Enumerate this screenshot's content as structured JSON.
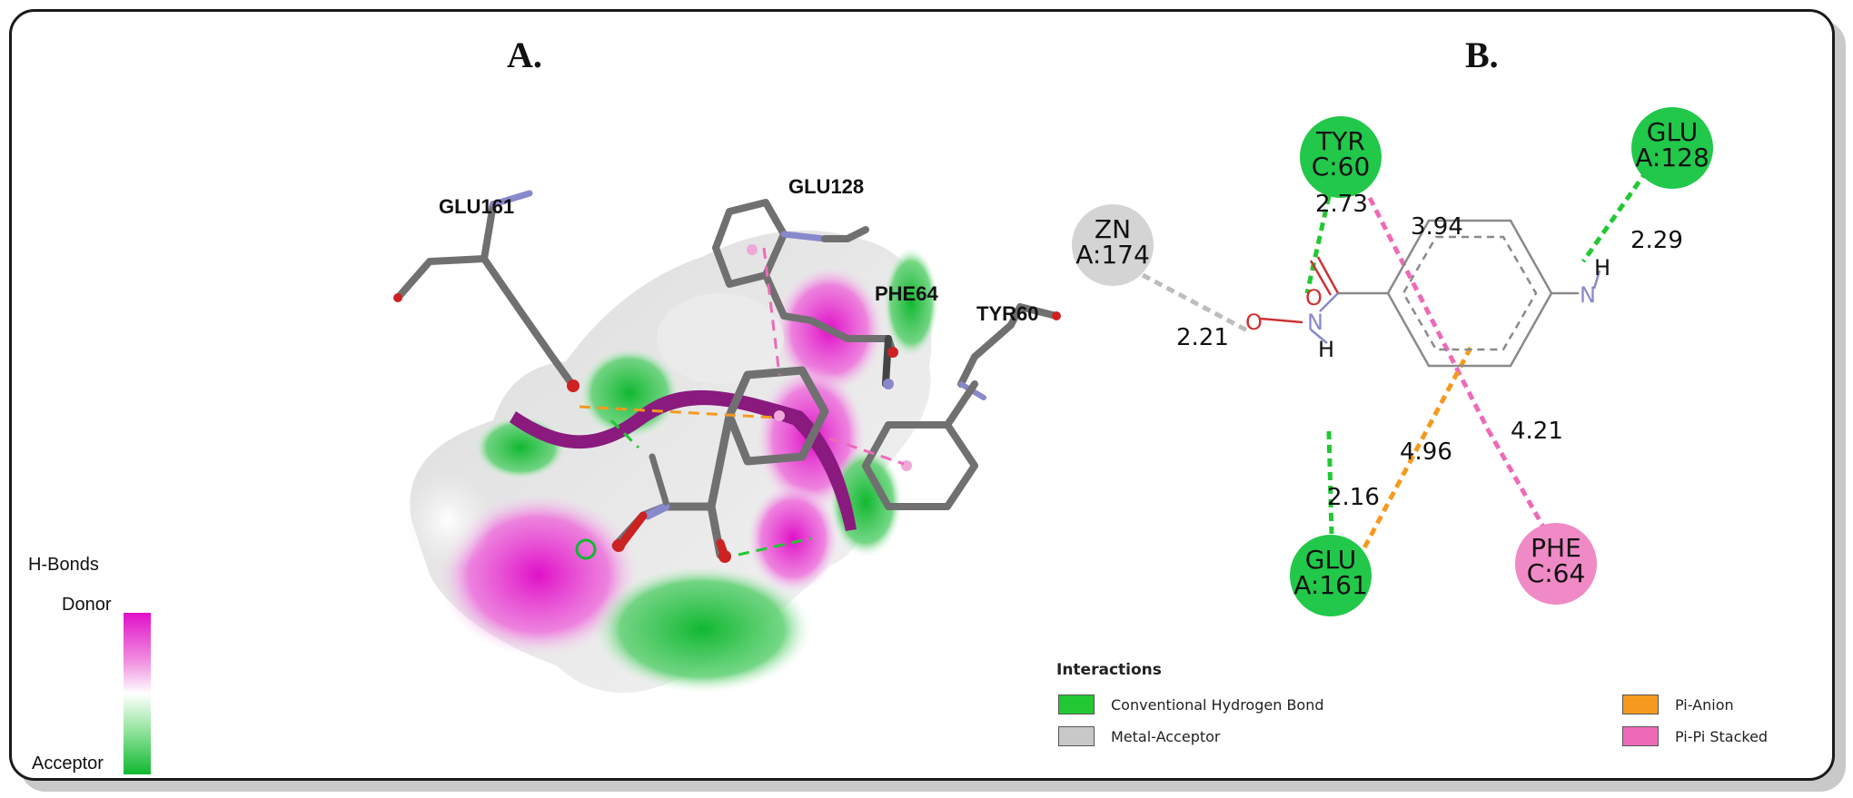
{
  "panels": {
    "a_label": "A.",
    "b_label": "B."
  },
  "panel_a": {
    "residues": [
      "GLU161",
      "GLU128",
      "PHE64",
      "TYR60"
    ],
    "hbond_scale": {
      "title": "H-Bonds",
      "top": "Donor",
      "bottom": "Acceptor",
      "donor_color": "#e010c8",
      "acceptor_color": "#10b830"
    }
  },
  "panel_b": {
    "residues": [
      {
        "line1": "TYR",
        "line2": "C:60",
        "color": "#22c84a"
      },
      {
        "line1": "GLU",
        "line2": "A:128",
        "color": "#22c84a"
      },
      {
        "line1": "ZN",
        "line2": "A:174",
        "color": "#d4d4d4"
      },
      {
        "line1": "GLU",
        "line2": "A:161",
        "color": "#22c84a"
      },
      {
        "line1": "PHE",
        "line2": "C:64",
        "color": "#f08ac6"
      }
    ],
    "distances": [
      "2.73",
      "3.94",
      "2.29",
      "2.21",
      "2.16",
      "4.96",
      "4.21"
    ],
    "atoms": {
      "o_carbonyl": "O",
      "o_hydroxyl": "O",
      "n_amide": "N",
      "h_amide": "H",
      "n_amine": "N",
      "h_amine": "H"
    }
  },
  "legend": {
    "title": "Interactions",
    "items": [
      {
        "label": "Conventional Hydrogen Bond",
        "color": "#22c832"
      },
      {
        "label": "Metal-Acceptor",
        "color": "#c8c8c8"
      },
      {
        "label": "Pi-Anion",
        "color": "#f59a1e"
      },
      {
        "label": "Pi-Pi Stacked",
        "color": "#ee6ab8"
      }
    ]
  }
}
